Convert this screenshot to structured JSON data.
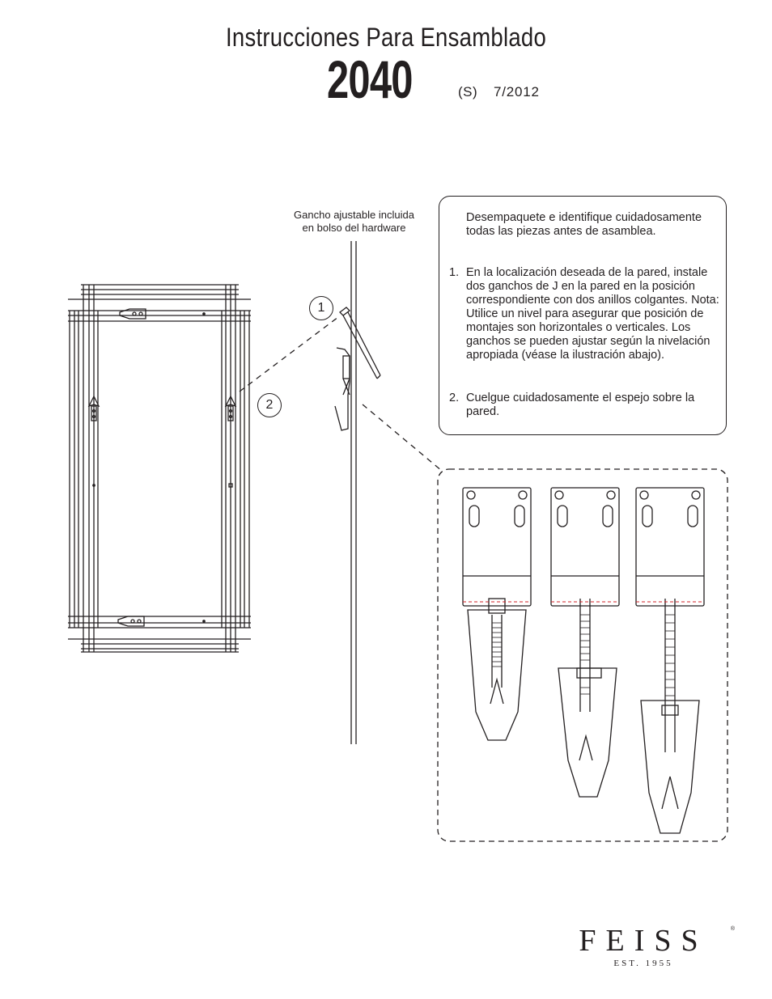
{
  "header": {
    "title": "Instrucciones Para Ensamblado",
    "model": "2040",
    "code": "(S)",
    "date": "7/2012"
  },
  "hardware_label": {
    "line1": "Gancho ajustable incluida",
    "line2": "en bolso del hardware"
  },
  "instructions": {
    "intro": "Desempaquete e identifique cuidadosamente todas las piezas antes de asamblea.",
    "step1_number": "1.",
    "step1_text": "En la localización deseada de la pared, instale dos ganchos de J en la pared en la posición correspondiente con dos anillos colgantes. Nota: Utilice un nivel para asegurar que posición de montajes son horizontales o verticales. Los ganchos se pueden ajustar según la nivelación apropiada (véase la ilustración abajo).",
    "step2_number": "2.",
    "step2_text": "Cuelgue cuidadosamente el espejo sobre la pared."
  },
  "callouts": {
    "one": "1",
    "two": "2"
  },
  "logo": {
    "wordmark": "FEISS",
    "registered": "®",
    "established": "EST. 1955"
  },
  "colors": {
    "ink": "#231f20",
    "accent_dashed": "#d2232a"
  }
}
